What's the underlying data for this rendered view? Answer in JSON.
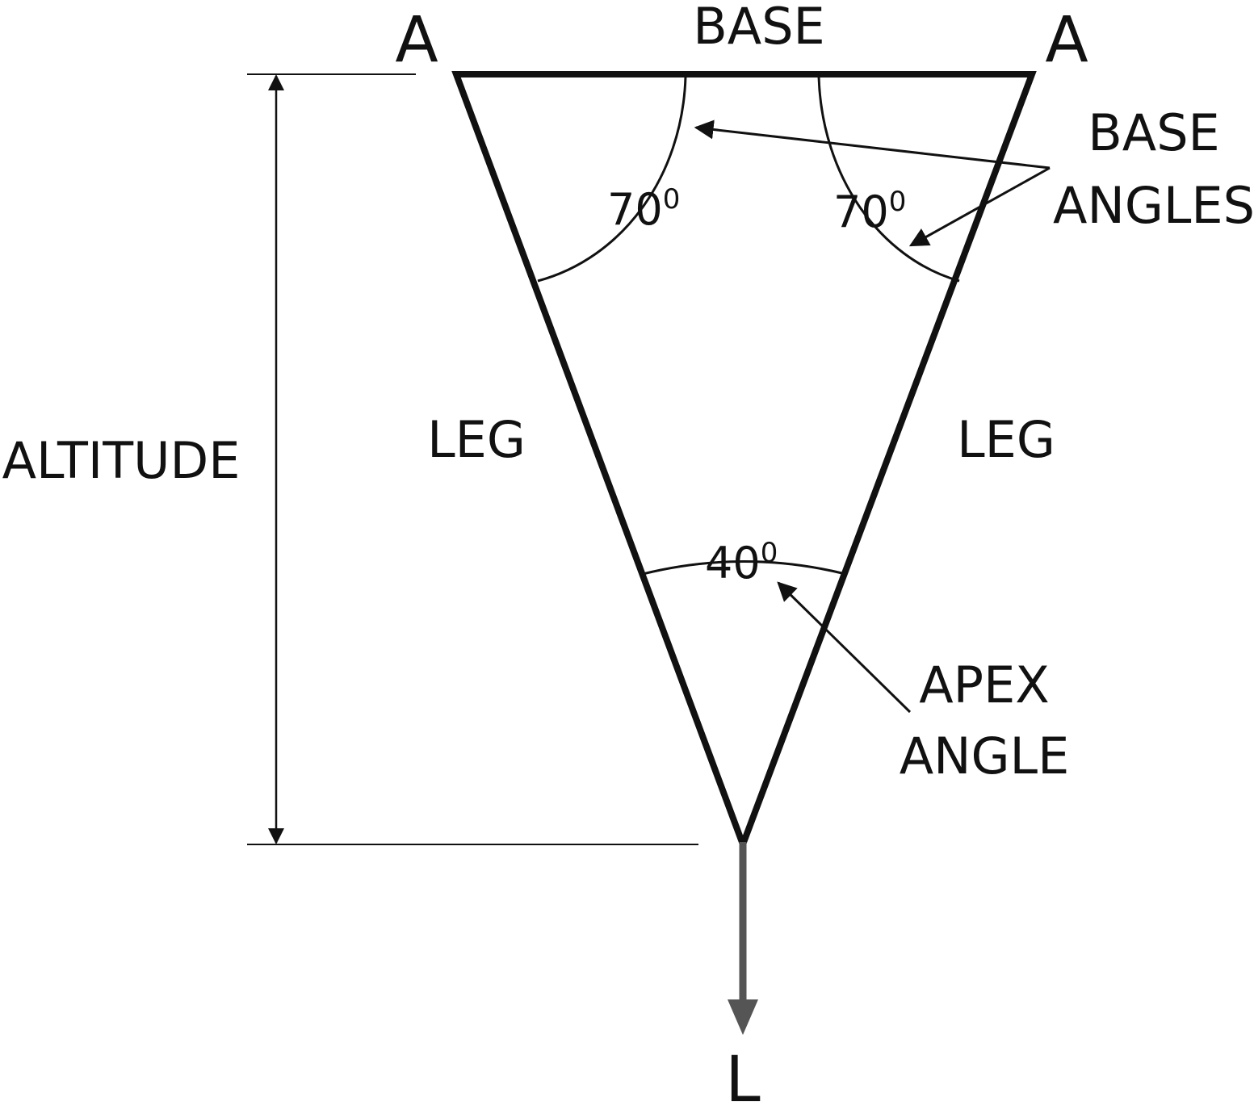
{
  "labels": {
    "vertex_left": "A",
    "vertex_right": "A",
    "base": "BASE",
    "base_angles_line1": "BASE",
    "base_angles_line2": "ANGLES",
    "altitude": "ALTITUDE",
    "leg_left": "LEG",
    "leg_right": "LEG",
    "apex_angle_line1": "APEX",
    "apex_angle_line2": "ANGLE",
    "load": "L"
  },
  "angles": {
    "base_left": {
      "value": "70",
      "unit": "0"
    },
    "base_right": {
      "value": "70",
      "unit": "0"
    },
    "apex": {
      "value": "40",
      "unit": "0"
    }
  },
  "colors": {
    "stroke": "#111111",
    "load_arrow": "#555555",
    "background": "#ffffff"
  }
}
